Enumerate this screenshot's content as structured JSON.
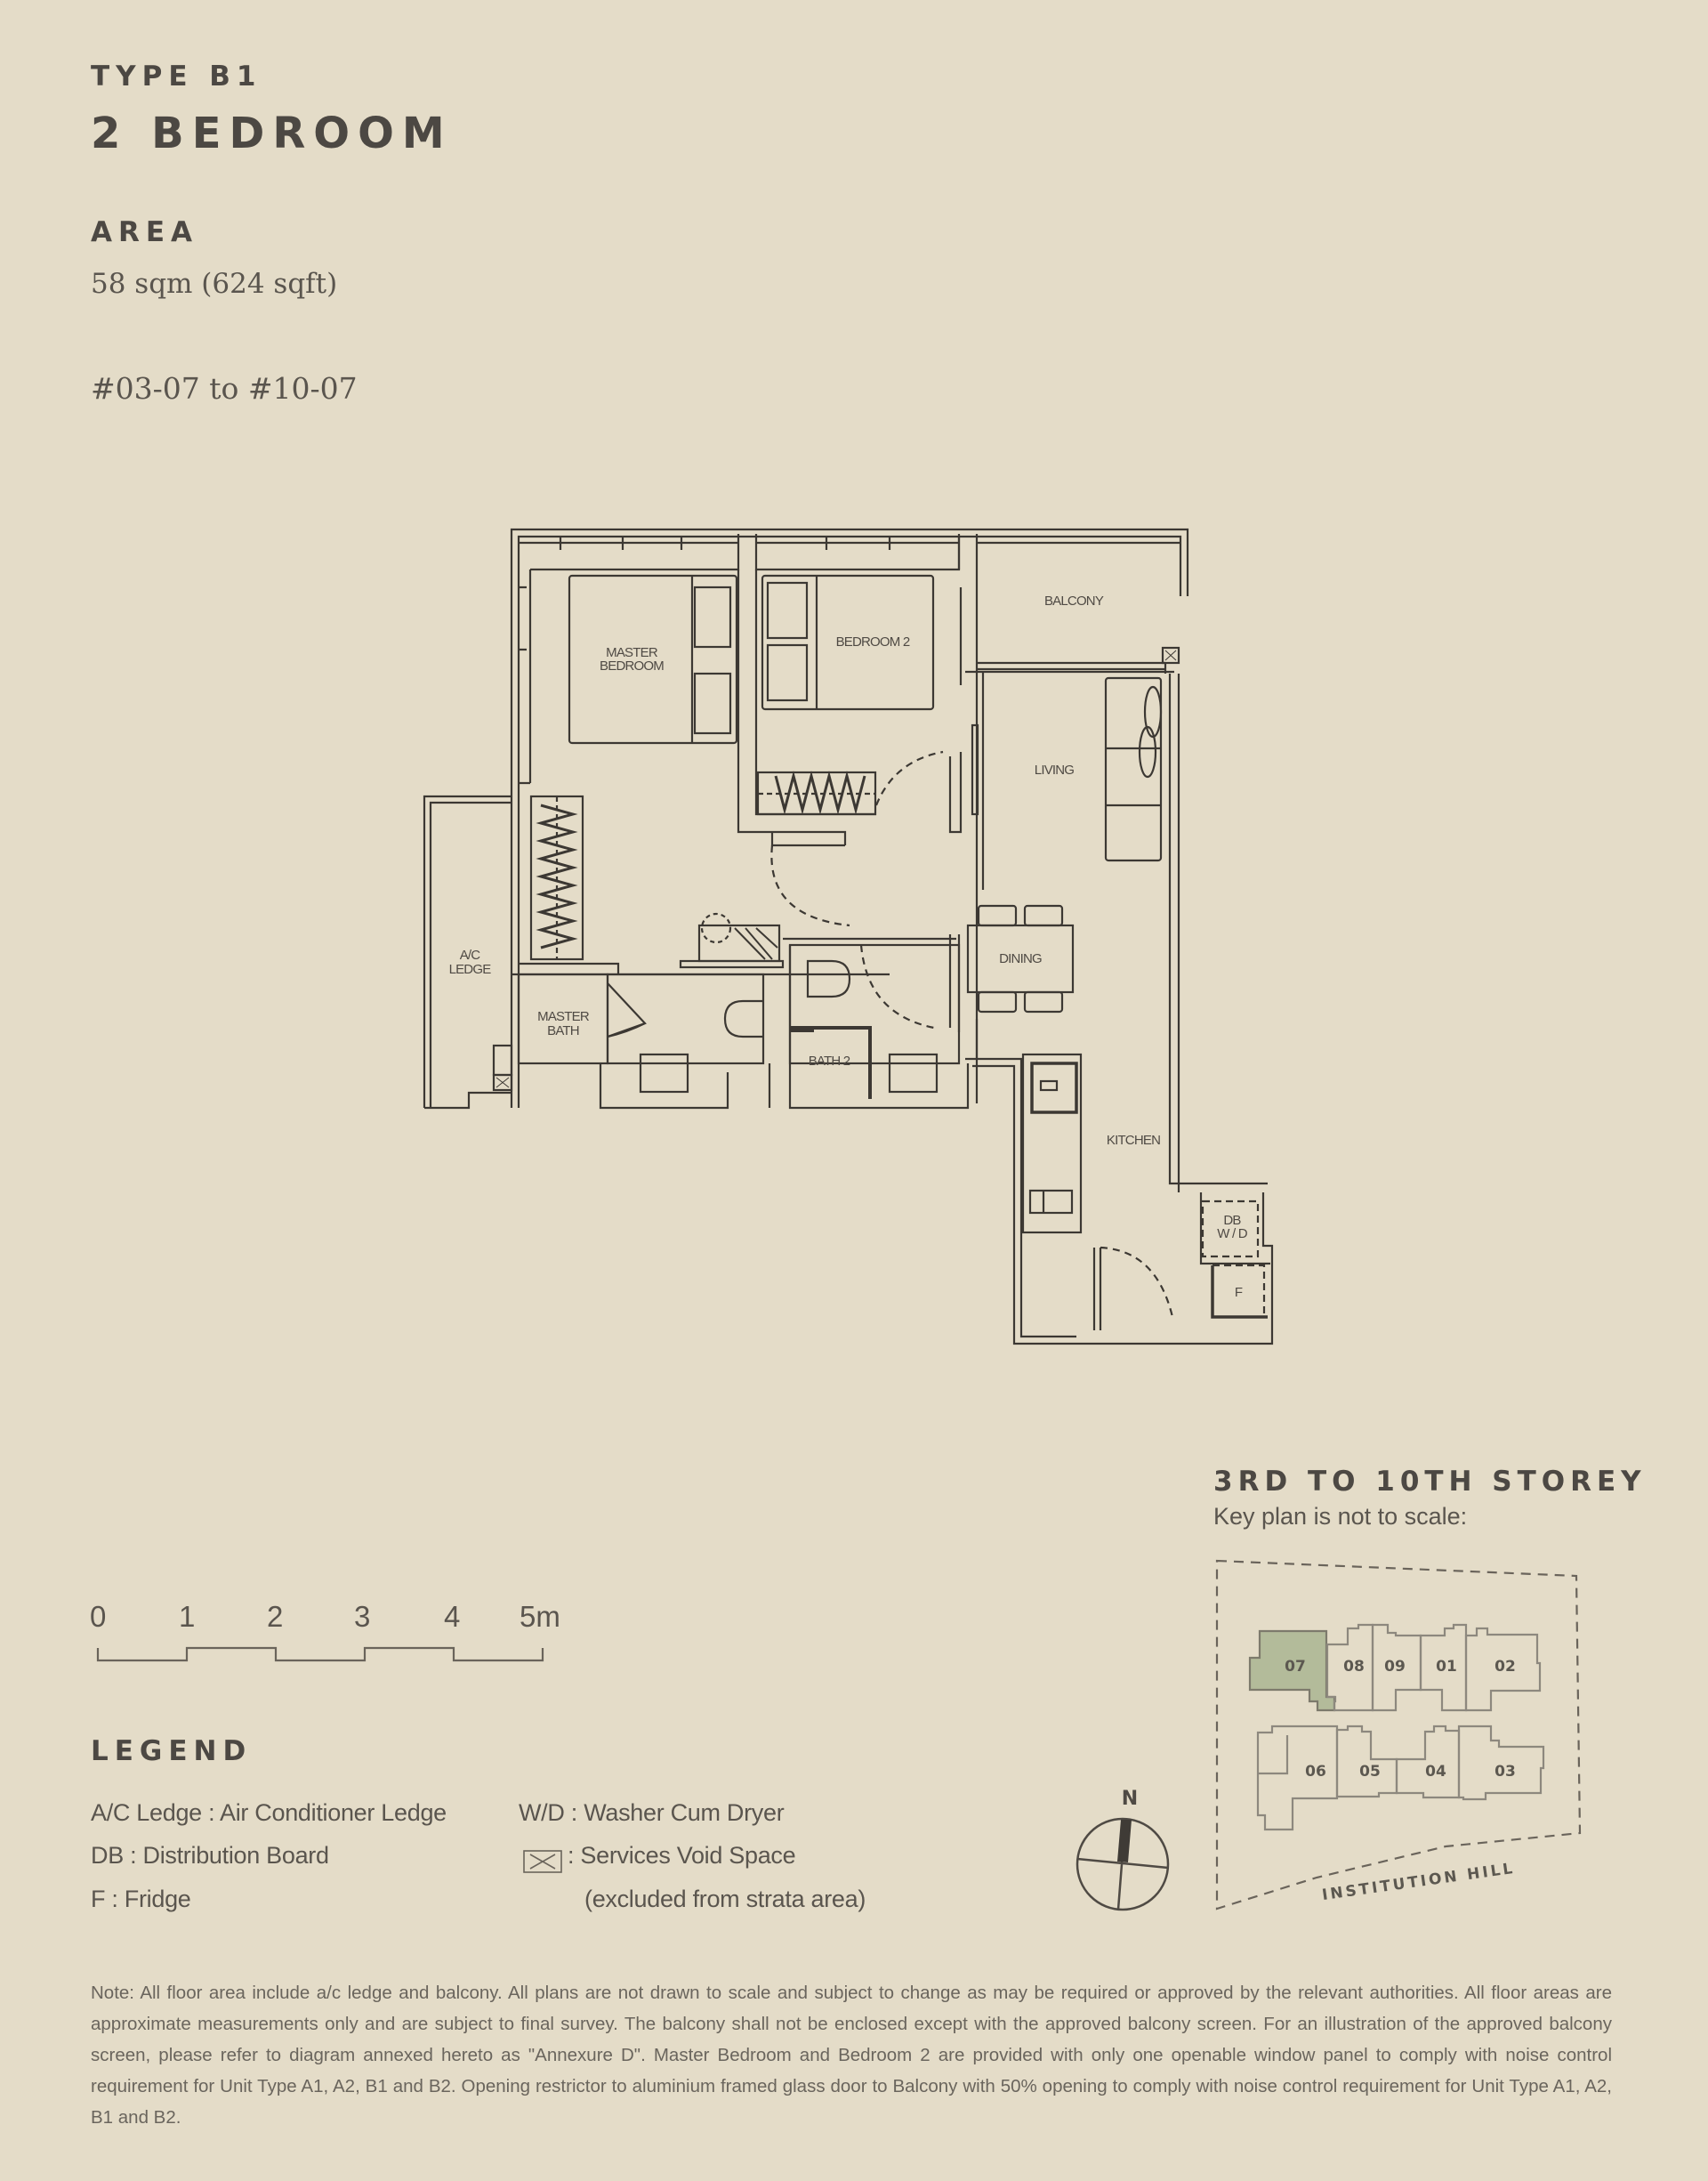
{
  "header": {
    "type_label": "TYPE B1",
    "title": "2 BEDROOM",
    "area_heading": "AREA",
    "area_value": "58 sqm (624 sqft)",
    "units": "#03-07 to #10-07"
  },
  "floor_plan": {
    "rooms": {
      "master_bedroom_1": "MASTER",
      "master_bedroom_2": "BEDROOM",
      "bedroom2": "BEDROOM 2",
      "balcony": "BALCONY",
      "living": "LIVING",
      "ac_ledge_1": "A/C",
      "ac_ledge_2": "LEDGE",
      "master_bath_1": "MASTER",
      "master_bath_2": "BATH",
      "bath2": "BATH 2",
      "dining": "DINING",
      "kitchen": "KITCHEN",
      "db": "DB",
      "wd": "W / D",
      "fridge": "F"
    }
  },
  "scale_bar": {
    "ticks": [
      "0",
      "1",
      "2",
      "3",
      "4",
      "5m"
    ]
  },
  "legend": {
    "heading": "LEGEND",
    "items": [
      "A/C Ledge : Air Conditioner Ledge",
      "DB : Distribution Board",
      "F : Fridge",
      "W/D : Washer Cum Dryer",
      ": Services Void Space",
      "(excluded from strata area)"
    ]
  },
  "key_plan": {
    "storey": "3RD TO 10TH STOREY",
    "note": "Key plan is not to scale:",
    "units": [
      "07",
      "08",
      "09",
      "01",
      "02",
      "06",
      "05",
      "04",
      "03"
    ],
    "highlighted_unit": "07",
    "highlight_color": "#b3bb9a",
    "road": "INSTITUTION HILL",
    "compass": "N"
  },
  "note": "Note: All floor area include a/c ledge and balcony. All plans are not drawn to scale and subject to change as may be required or approved by the relevant authorities. All floor areas are approximate measurements only and are subject to final survey. The balcony shall not be enclosed except with the approved balcony screen. For an illustration of the approved balcony screen, please refer to diagram annexed hereto as \"Annexure D\". Master Bedroom and Bedroom 2 are provided with only one openable window panel to comply with noise control requirement for Unit Type A1, A2, B1 and B2. Opening restrictor to aluminium framed glass door to Balcony with 50% opening to comply with noise control requirement for Unit Type A1, A2, B1 and B2."
}
